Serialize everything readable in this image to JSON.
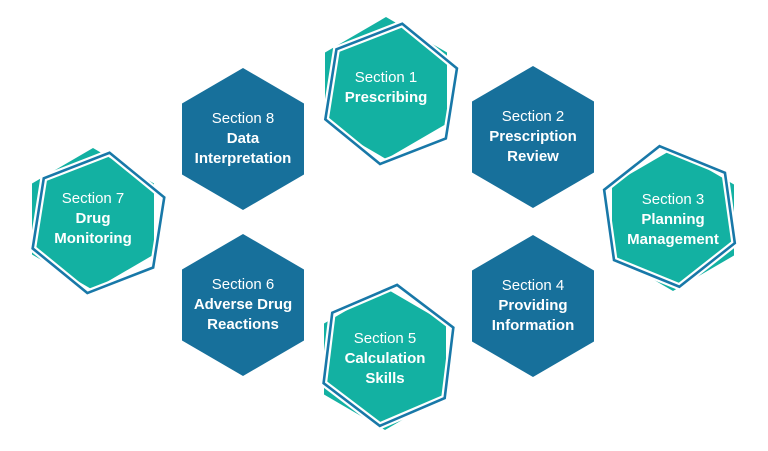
{
  "figure": {
    "type": "hexagon-cycle-infographic",
    "description": "Eight hexagons arranged in a ring, alternating teal (with offset blue outline) and dark blue"
  },
  "colors": {
    "teal": "#13B1A2",
    "blue": "#17709B",
    "outline": "#1878A8",
    "text": "#FFFFFF",
    "background": "#FFFFFF"
  },
  "sections": [
    {
      "label": "Section 1",
      "name": "Prescribing",
      "variant": "teal"
    },
    {
      "label": "Section 2",
      "name": "Prescription Review",
      "variant": "blue"
    },
    {
      "label": "Section 3",
      "name": "Planning Management",
      "variant": "teal"
    },
    {
      "label": "Section 4",
      "name": "Providing Information",
      "variant": "blue"
    },
    {
      "label": "Section 5",
      "name": "Calculation Skills",
      "variant": "teal"
    },
    {
      "label": "Section 6",
      "name": "Adverse Drug Reactions",
      "variant": "blue"
    },
    {
      "label": "Section 7",
      "name": "Drug Monitoring",
      "variant": "teal"
    },
    {
      "label": "Section 8",
      "name": "Data Interpretation",
      "variant": "blue"
    }
  ]
}
